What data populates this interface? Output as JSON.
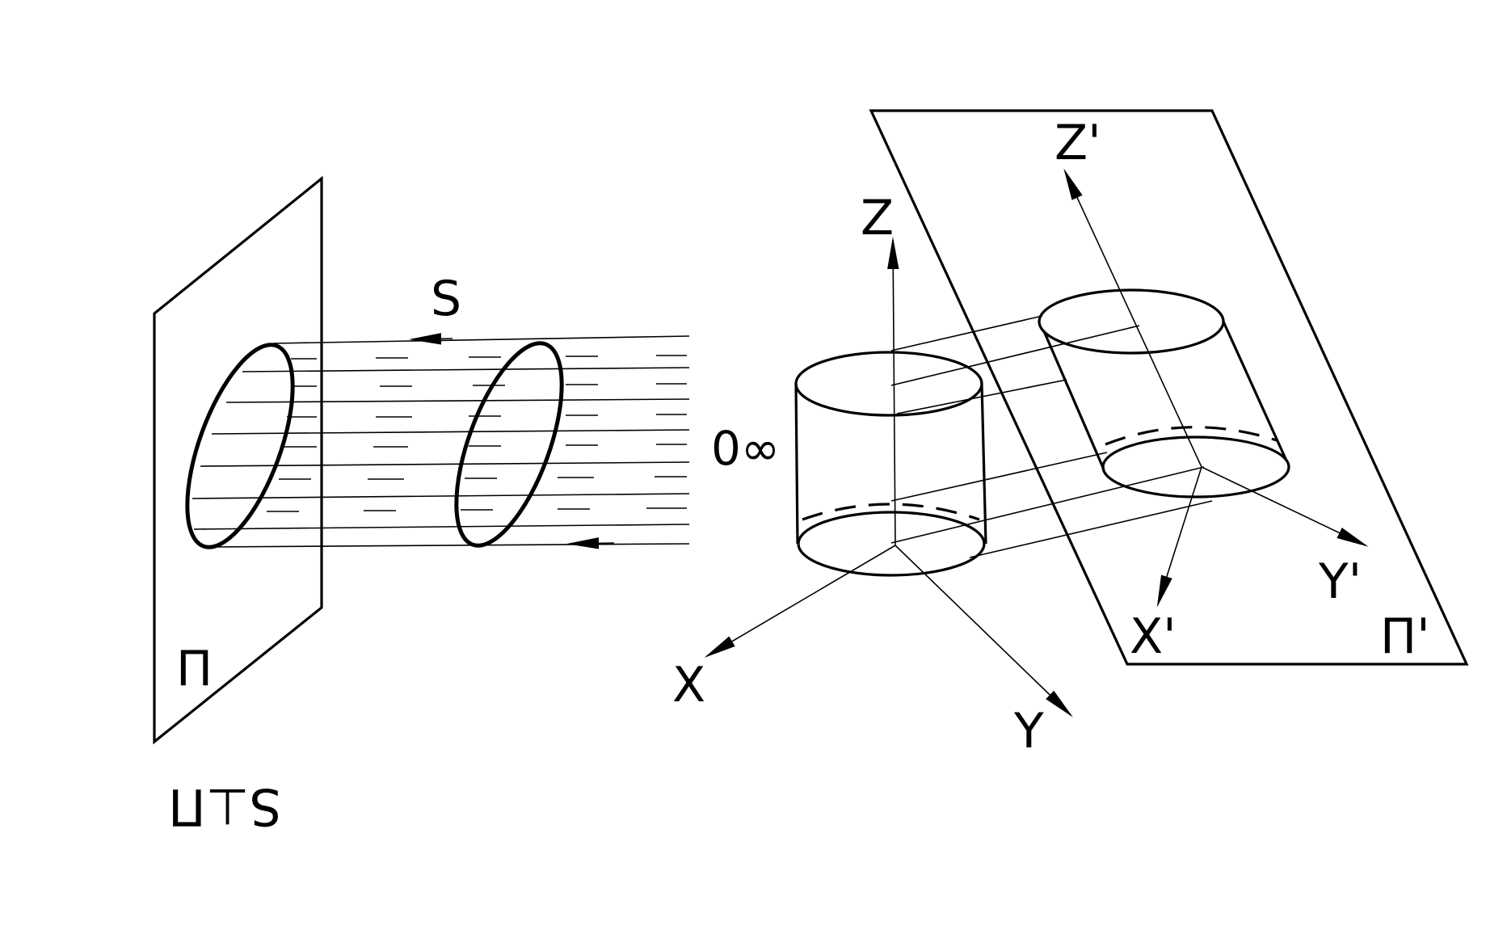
{
  "figure": {
    "left": {
      "ray_label": "S",
      "plane_label": "Π",
      "caption": "S⊥Π"
    },
    "right": {
      "origin_label": "0∞",
      "axes": {
        "x": "X",
        "y": "Y",
        "z": "Z",
        "x_prime": "X'",
        "y_prime": "Y'",
        "z_prime": "Z'"
      },
      "plane_label": "Π'"
    }
  },
  "colors": {
    "ink": "#000000",
    "background": "#ffffff"
  }
}
